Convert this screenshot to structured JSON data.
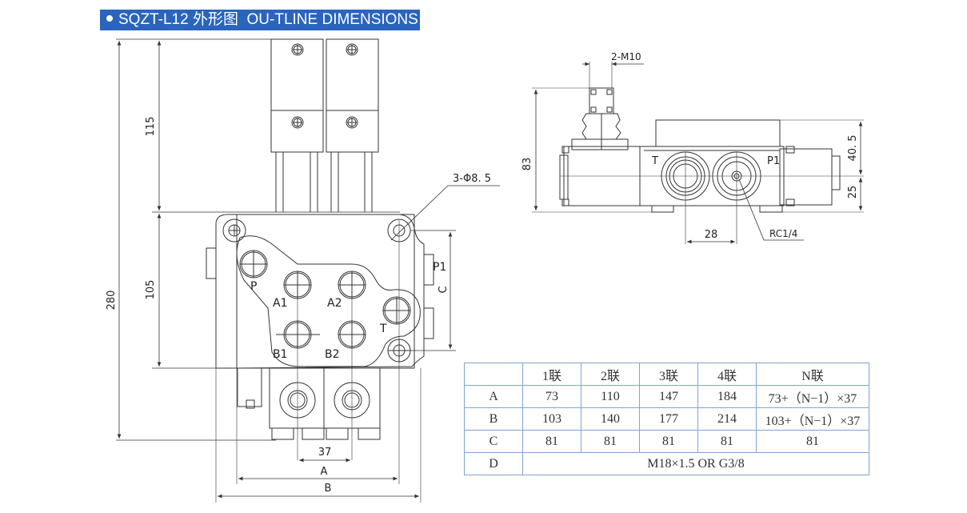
{
  "header": {
    "model": "SQZT-L12",
    "title_cn": "外形图",
    "title_en": "OU-TLINE DIMENSIONS",
    "accent_color": "#2a64bd"
  },
  "front_view": {
    "dims": {
      "overall_height": "280",
      "handle_height": "115",
      "body_height": "105",
      "port_spacing": "37",
      "width_a": "A",
      "width_b": "B",
      "height_c": "C",
      "holes": "3-Φ8. 5"
    },
    "ports": {
      "p": "P",
      "a1": "A1",
      "a2": "A2",
      "b1": "B1",
      "b2": "B2",
      "t": "T",
      "p1": "P1"
    }
  },
  "side_view": {
    "dims": {
      "height": "83",
      "thread": "2-M10",
      "upper": "40. 5",
      "lower": "25",
      "port_spacing": "28",
      "gauge_port": "RC1/4"
    },
    "ports": {
      "t": "T",
      "p1": "P1"
    }
  },
  "table": {
    "header": [
      "",
      "1联",
      "2联",
      "3联",
      "4联",
      "N联"
    ],
    "rows": [
      {
        "label": "A",
        "values": [
          "73",
          "110",
          "147",
          "184",
          "73+（N−1）×37"
        ]
      },
      {
        "label": "B",
        "values": [
          "103",
          "140",
          "177",
          "214",
          "103+（N−1）×37"
        ]
      },
      {
        "label": "C",
        "values": [
          "81",
          "81",
          "81",
          "81",
          "81"
        ]
      },
      {
        "label": "D",
        "span_value": "M18×1.5 OR G3/8"
      }
    ],
    "border_color": "#7fa4d4"
  }
}
